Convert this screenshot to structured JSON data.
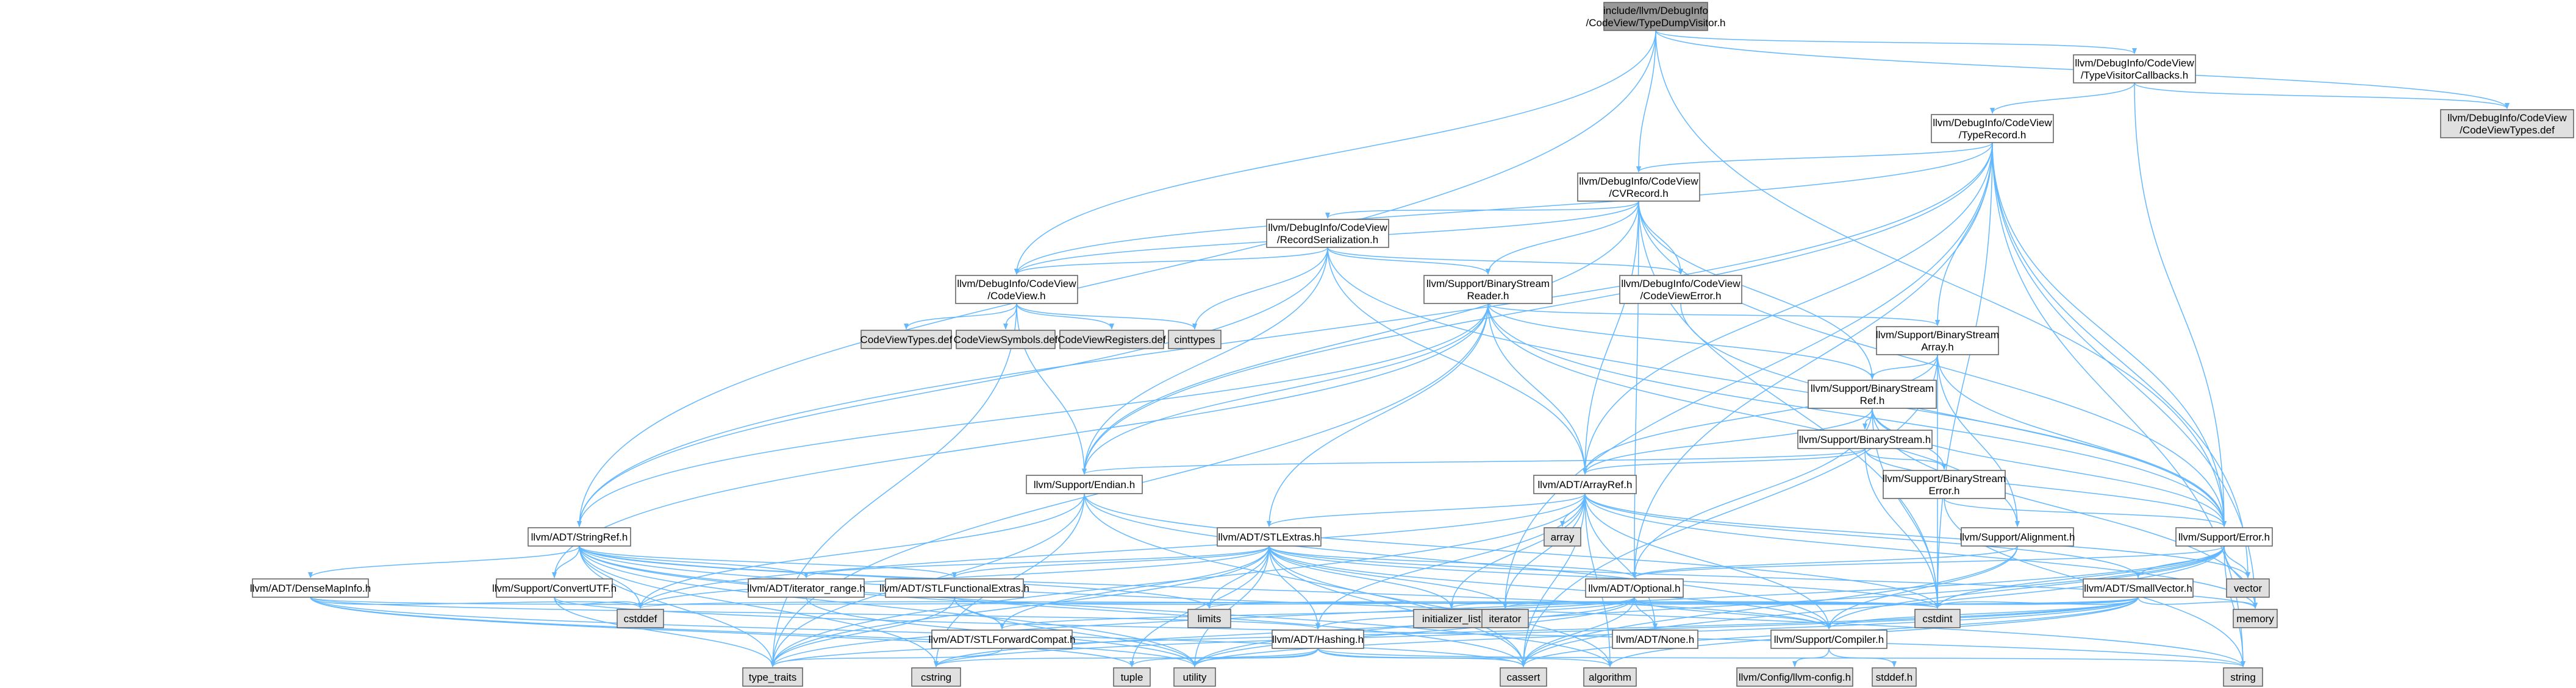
{
  "colors": {
    "edge": "#63b8ff",
    "root_fill": "#999999",
    "internal_fill": "#ffffff",
    "external_fill": "#e0e0e0",
    "truncated_border": "#ff0000",
    "node_border": "#666666"
  },
  "nodes": [
    {
      "id": "root",
      "label": [
        "include/llvm/DebugInfo",
        "/CodeView/TypeDumpVisitor.h"
      ],
      "kind": "root"
    },
    {
      "id": "tvc",
      "label": [
        "llvm/DebugInfo/CodeView",
        "/TypeVisitorCallbacks.h"
      ],
      "kind": "internal"
    },
    {
      "id": "cvtdef",
      "label": [
        "llvm/DebugInfo/CodeView",
        "/CodeViewTypes.def"
      ],
      "kind": "external"
    },
    {
      "id": "typerecord",
      "label": [
        "llvm/DebugInfo/CodeView",
        "/TypeRecord.h"
      ],
      "kind": "truncated"
    },
    {
      "id": "cvrecord",
      "label": [
        "llvm/DebugInfo/CodeView",
        "/CVRecord.h"
      ],
      "kind": "internal"
    },
    {
      "id": "recser",
      "label": [
        "llvm/DebugInfo/CodeView",
        "/RecordSerialization.h"
      ],
      "kind": "internal"
    },
    {
      "id": "codeview",
      "label": [
        "llvm/DebugInfo/CodeView",
        "/CodeView.h"
      ],
      "kind": "internal"
    },
    {
      "id": "bsreader",
      "label": [
        "llvm/Support/BinaryStream",
        "Reader.h"
      ],
      "kind": "internal"
    },
    {
      "id": "cverror",
      "label": [
        "llvm/DebugInfo/CodeView",
        "/CodeViewError.h"
      ],
      "kind": "internal"
    },
    {
      "id": "bsarray",
      "label": [
        "llvm/Support/BinaryStream",
        "Array.h"
      ],
      "kind": "truncated"
    },
    {
      "id": "cvtypes",
      "label": [
        "CodeViewTypes.def"
      ],
      "kind": "external"
    },
    {
      "id": "cvsymbols",
      "label": [
        "CodeViewSymbols.def"
      ],
      "kind": "external"
    },
    {
      "id": "cvregs",
      "label": [
        "CodeViewRegisters.def"
      ],
      "kind": "external"
    },
    {
      "id": "cinttypes",
      "label": [
        "cinttypes"
      ],
      "kind": "external"
    },
    {
      "id": "bsref",
      "label": [
        "llvm/Support/BinaryStream",
        "Ref.h"
      ],
      "kind": "internal"
    },
    {
      "id": "bstream",
      "label": [
        "llvm/Support/BinaryStream.h"
      ],
      "kind": "truncated"
    },
    {
      "id": "endian",
      "label": [
        "llvm/Support/Endian.h"
      ],
      "kind": "truncated"
    },
    {
      "id": "arrayref",
      "label": [
        "llvm/ADT/ArrayRef.h"
      ],
      "kind": "internal"
    },
    {
      "id": "bserror",
      "label": [
        "llvm/Support/BinaryStream",
        "Error.h"
      ],
      "kind": "internal"
    },
    {
      "id": "array",
      "label": [
        "array"
      ],
      "kind": "external"
    },
    {
      "id": "stringref",
      "label": [
        "llvm/ADT/StringRef.h"
      ],
      "kind": "internal"
    },
    {
      "id": "stlextras",
      "label": [
        "llvm/ADT/STLExtras.h"
      ],
      "kind": "truncated"
    },
    {
      "id": "alignment",
      "label": [
        "llvm/Support/Alignment.h"
      ],
      "kind": "truncated"
    },
    {
      "id": "error",
      "label": [
        "llvm/Support/Error.h"
      ],
      "kind": "truncated"
    },
    {
      "id": "densemapinfo",
      "label": [
        "llvm/ADT/DenseMapInfo.h"
      ],
      "kind": "internal"
    },
    {
      "id": "convertutf",
      "label": [
        "llvm/Support/ConvertUTF.h"
      ],
      "kind": "internal"
    },
    {
      "id": "iterrange",
      "label": [
        "llvm/ADT/iterator_range.h"
      ],
      "kind": "internal"
    },
    {
      "id": "stlfunc",
      "label": [
        "llvm/ADT/STLFunctionalExtras.h"
      ],
      "kind": "internal"
    },
    {
      "id": "optional",
      "label": [
        "llvm/ADT/Optional.h"
      ],
      "kind": "truncated"
    },
    {
      "id": "smallvector",
      "label": [
        "llvm/ADT/SmallVector.h"
      ],
      "kind": "truncated"
    },
    {
      "id": "vector",
      "label": [
        "vector"
      ],
      "kind": "external"
    },
    {
      "id": "memory",
      "label": [
        "memory"
      ],
      "kind": "external"
    },
    {
      "id": "limits",
      "label": [
        "limits"
      ],
      "kind": "external"
    },
    {
      "id": "initlist",
      "label": [
        "initializer_list"
      ],
      "kind": "external"
    },
    {
      "id": "iterator",
      "label": [
        "iterator"
      ],
      "kind": "external"
    },
    {
      "id": "cstdint",
      "label": [
        "cstdint"
      ],
      "kind": "external"
    },
    {
      "id": "cstddef",
      "label": [
        "cstddef"
      ],
      "kind": "external"
    },
    {
      "id": "stlforward",
      "label": [
        "llvm/ADT/STLForwardCompat.h"
      ],
      "kind": "internal"
    },
    {
      "id": "hashing",
      "label": [
        "llvm/ADT/Hashing.h"
      ],
      "kind": "truncated"
    },
    {
      "id": "none",
      "label": [
        "llvm/ADT/None.h"
      ],
      "kind": "internal"
    },
    {
      "id": "compiler",
      "label": [
        "llvm/Support/Compiler.h"
      ],
      "kind": "internal"
    },
    {
      "id": "typetraits",
      "label": [
        "type_traits"
      ],
      "kind": "external"
    },
    {
      "id": "cstring",
      "label": [
        "cstring"
      ],
      "kind": "external"
    },
    {
      "id": "tuple",
      "label": [
        "tuple"
      ],
      "kind": "external"
    },
    {
      "id": "utility",
      "label": [
        "utility"
      ],
      "kind": "external"
    },
    {
      "id": "cassert",
      "label": [
        "cassert"
      ],
      "kind": "external"
    },
    {
      "id": "algorithm",
      "label": [
        "algorithm"
      ],
      "kind": "external"
    },
    {
      "id": "llvmconfig",
      "label": [
        "llvm/Config/llvm-config.h"
      ],
      "kind": "external"
    },
    {
      "id": "cstddefh",
      "label": [
        "stddef.h"
      ],
      "kind": "external"
    },
    {
      "id": "string",
      "label": [
        "string"
      ],
      "kind": "external"
    }
  ],
  "edges": [
    [
      "root",
      "tvc"
    ],
    [
      "root",
      "cvtdef"
    ],
    [
      "root",
      "cvrecord"
    ],
    [
      "root",
      "codeview"
    ],
    [
      "root",
      "stringref"
    ],
    [
      "root",
      "error"
    ],
    [
      "tvc",
      "typerecord"
    ],
    [
      "tvc",
      "cvtdef"
    ],
    [
      "tvc",
      "error"
    ],
    [
      "typerecord",
      "cvrecord"
    ],
    [
      "typerecord",
      "codeview"
    ],
    [
      "typerecord",
      "bsarray"
    ],
    [
      "typerecord",
      "arrayref"
    ],
    [
      "typerecord",
      "endian"
    ],
    [
      "typerecord",
      "optional"
    ],
    [
      "typerecord",
      "stringref"
    ],
    [
      "typerecord",
      "error"
    ],
    [
      "typerecord",
      "cstdint"
    ],
    [
      "typerecord",
      "vector"
    ],
    [
      "typerecord",
      "memory"
    ],
    [
      "typerecord",
      "string"
    ],
    [
      "typerecord",
      "iterator"
    ],
    [
      "cvrecord",
      "recser"
    ],
    [
      "cvrecord",
      "codeview"
    ],
    [
      "cvrecord",
      "cverror"
    ],
    [
      "cvrecord",
      "bsreader"
    ],
    [
      "cvrecord",
      "bsref"
    ],
    [
      "cvrecord",
      "arrayref"
    ],
    [
      "cvrecord",
      "error"
    ],
    [
      "cvrecord",
      "cstdint"
    ],
    [
      "cvrecord",
      "endian"
    ],
    [
      "cvrecord",
      "optional"
    ],
    [
      "recser",
      "codeview"
    ],
    [
      "recser",
      "bsreader"
    ],
    [
      "recser",
      "cverror"
    ],
    [
      "recser",
      "arrayref"
    ],
    [
      "recser",
      "endian"
    ],
    [
      "recser",
      "stringref"
    ],
    [
      "recser",
      "error"
    ],
    [
      "recser",
      "cinttypes"
    ],
    [
      "recser",
      "type_traits"
    ],
    [
      "codeview",
      "cvtypes"
    ],
    [
      "codeview",
      "cvsymbols"
    ],
    [
      "codeview",
      "cvregs"
    ],
    [
      "codeview",
      "cinttypes"
    ],
    [
      "codeview",
      "endian"
    ],
    [
      "codeview",
      "typetraits"
    ],
    [
      "bsreader",
      "bsarray"
    ],
    [
      "bsreader",
      "bsref"
    ],
    [
      "bsreader",
      "arrayref"
    ],
    [
      "bsreader",
      "stringref"
    ],
    [
      "bsreader",
      "endian"
    ],
    [
      "bsreader",
      "alignment"
    ],
    [
      "bsreader",
      "error"
    ],
    [
      "bsreader",
      "convertutf"
    ],
    [
      "bsreader",
      "stlextras"
    ],
    [
      "bsreader",
      "typetraits"
    ],
    [
      "cverror",
      "error"
    ],
    [
      "bsarray",
      "bsref"
    ],
    [
      "bsarray",
      "arrayref"
    ],
    [
      "bsarray",
      "alignment"
    ],
    [
      "bsarray",
      "error"
    ],
    [
      "bsarray",
      "cassert"
    ],
    [
      "bsarray",
      "cstdint"
    ],
    [
      "bsref",
      "bstream"
    ],
    [
      "bsref",
      "bserror"
    ],
    [
      "bsref",
      "arrayref"
    ],
    [
      "bsref",
      "optional"
    ],
    [
      "bsref",
      "error"
    ],
    [
      "bsref",
      "cstdint"
    ],
    [
      "bsref",
      "memory"
    ],
    [
      "bstream",
      "bserror"
    ],
    [
      "bstream",
      "endian"
    ],
    [
      "bstream",
      "arrayref"
    ],
    [
      "bstream",
      "error"
    ],
    [
      "bstream",
      "cstdint"
    ],
    [
      "bserror",
      "error"
    ],
    [
      "bserror",
      "string"
    ],
    [
      "endian",
      "compiler"
    ],
    [
      "endian",
      "cassert"
    ],
    [
      "endian",
      "cstddef"
    ],
    [
      "endian",
      "cstdint"
    ],
    [
      "endian",
      "cstring"
    ],
    [
      "endian",
      "typetraits"
    ],
    [
      "arrayref",
      "hashing"
    ],
    [
      "arrayref",
      "none"
    ],
    [
      "arrayref",
      "smallvector"
    ],
    [
      "arrayref",
      "stlextras"
    ],
    [
      "arrayref",
      "compiler"
    ],
    [
      "arrayref",
      "algorithm"
    ],
    [
      "arrayref",
      "array"
    ],
    [
      "arrayref",
      "cassert"
    ],
    [
      "arrayref",
      "cstddef"
    ],
    [
      "arrayref",
      "initlist"
    ],
    [
      "arrayref",
      "iterator"
    ],
    [
      "arrayref",
      "memory"
    ],
    [
      "arrayref",
      "typetraits"
    ],
    [
      "arrayref",
      "vector"
    ],
    [
      "stringref",
      "densemapinfo"
    ],
    [
      "stringref",
      "convertutf"
    ],
    [
      "stringref",
      "iterrange"
    ],
    [
      "stringref",
      "stlfunc"
    ],
    [
      "stringref",
      "compiler"
    ],
    [
      "stringref",
      "algorithm"
    ],
    [
      "stringref",
      "cassert"
    ],
    [
      "stringref",
      "cstddef"
    ],
    [
      "stringref",
      "cstring"
    ],
    [
      "stringref",
      "limits"
    ],
    [
      "stringref",
      "string"
    ],
    [
      "stringref",
      "typetraits"
    ],
    [
      "stringref",
      "utility"
    ],
    [
      "stlextras",
      "hashing"
    ],
    [
      "stlextras",
      "stlforward"
    ],
    [
      "stlextras",
      "stlfunc"
    ],
    [
      "stlextras",
      "iterrange"
    ],
    [
      "stlextras",
      "optional"
    ],
    [
      "stlextras",
      "compiler"
    ],
    [
      "stlextras",
      "algorithm"
    ],
    [
      "stlextras",
      "cassert"
    ],
    [
      "stlextras",
      "cstddef"
    ],
    [
      "stlextras",
      "cstdint"
    ],
    [
      "stlextras",
      "initlist"
    ],
    [
      "stlextras",
      "iterator"
    ],
    [
      "stlextras",
      "limits"
    ],
    [
      "stlextras",
      "memory"
    ],
    [
      "stlextras",
      "tuple"
    ],
    [
      "stlextras",
      "typetraits"
    ],
    [
      "stlextras",
      "utility"
    ],
    [
      "alignment",
      "compiler"
    ],
    [
      "alignment",
      "cassert"
    ],
    [
      "alignment",
      "optional"
    ],
    [
      "error",
      "smallvector"
    ],
    [
      "error",
      "compiler"
    ],
    [
      "error",
      "optional"
    ],
    [
      "error",
      "cassert"
    ],
    [
      "error",
      "cstdint"
    ],
    [
      "error",
      "memory"
    ],
    [
      "error",
      "string"
    ],
    [
      "error",
      "typetraits"
    ],
    [
      "error",
      "utility"
    ],
    [
      "error",
      "vector"
    ],
    [
      "densemapinfo",
      "hashing"
    ],
    [
      "densemapinfo",
      "cassert"
    ],
    [
      "densemapinfo",
      "cstddef"
    ],
    [
      "densemapinfo",
      "cstdint"
    ],
    [
      "densemapinfo",
      "tuple"
    ],
    [
      "densemapinfo",
      "utility"
    ],
    [
      "convertutf",
      "cstddef"
    ],
    [
      "convertutf",
      "string"
    ],
    [
      "convertutf",
      "typetraits"
    ],
    [
      "iterrange",
      "utility"
    ],
    [
      "stlfunc",
      "stlforward"
    ],
    [
      "stlfunc",
      "cstdint"
    ],
    [
      "stlfunc",
      "typetraits"
    ],
    [
      "stlfunc",
      "utility"
    ],
    [
      "optional",
      "none"
    ],
    [
      "optional",
      "stlforward"
    ],
    [
      "optional",
      "compiler"
    ],
    [
      "optional",
      "cassert"
    ],
    [
      "optional",
      "cstring"
    ],
    [
      "optional",
      "new"
    ],
    [
      "optional",
      "utility"
    ],
    [
      "optional",
      "hashing"
    ],
    [
      "smallvector",
      "compiler"
    ],
    [
      "smallvector",
      "algorithm"
    ],
    [
      "smallvector",
      "cassert"
    ],
    [
      "smallvector",
      "cstddef"
    ],
    [
      "smallvector",
      "cstdint"
    ],
    [
      "smallvector",
      "cstring"
    ],
    [
      "smallvector",
      "initlist"
    ],
    [
      "smallvector",
      "iterator"
    ],
    [
      "smallvector",
      "limits"
    ],
    [
      "smallvector",
      "memory"
    ],
    [
      "smallvector",
      "typetraits"
    ],
    [
      "smallvector",
      "utility"
    ],
    [
      "stlforward",
      "typetraits"
    ],
    [
      "hashing",
      "cassert"
    ],
    [
      "hashing",
      "cstring"
    ],
    [
      "hashing",
      "string"
    ],
    [
      "hashing",
      "tuple"
    ],
    [
      "hashing",
      "utility"
    ],
    [
      "hashing",
      "algorithm"
    ],
    [
      "compiler",
      "llvmconfig"
    ],
    [
      "compiler",
      "cstddefh"
    ]
  ]
}
